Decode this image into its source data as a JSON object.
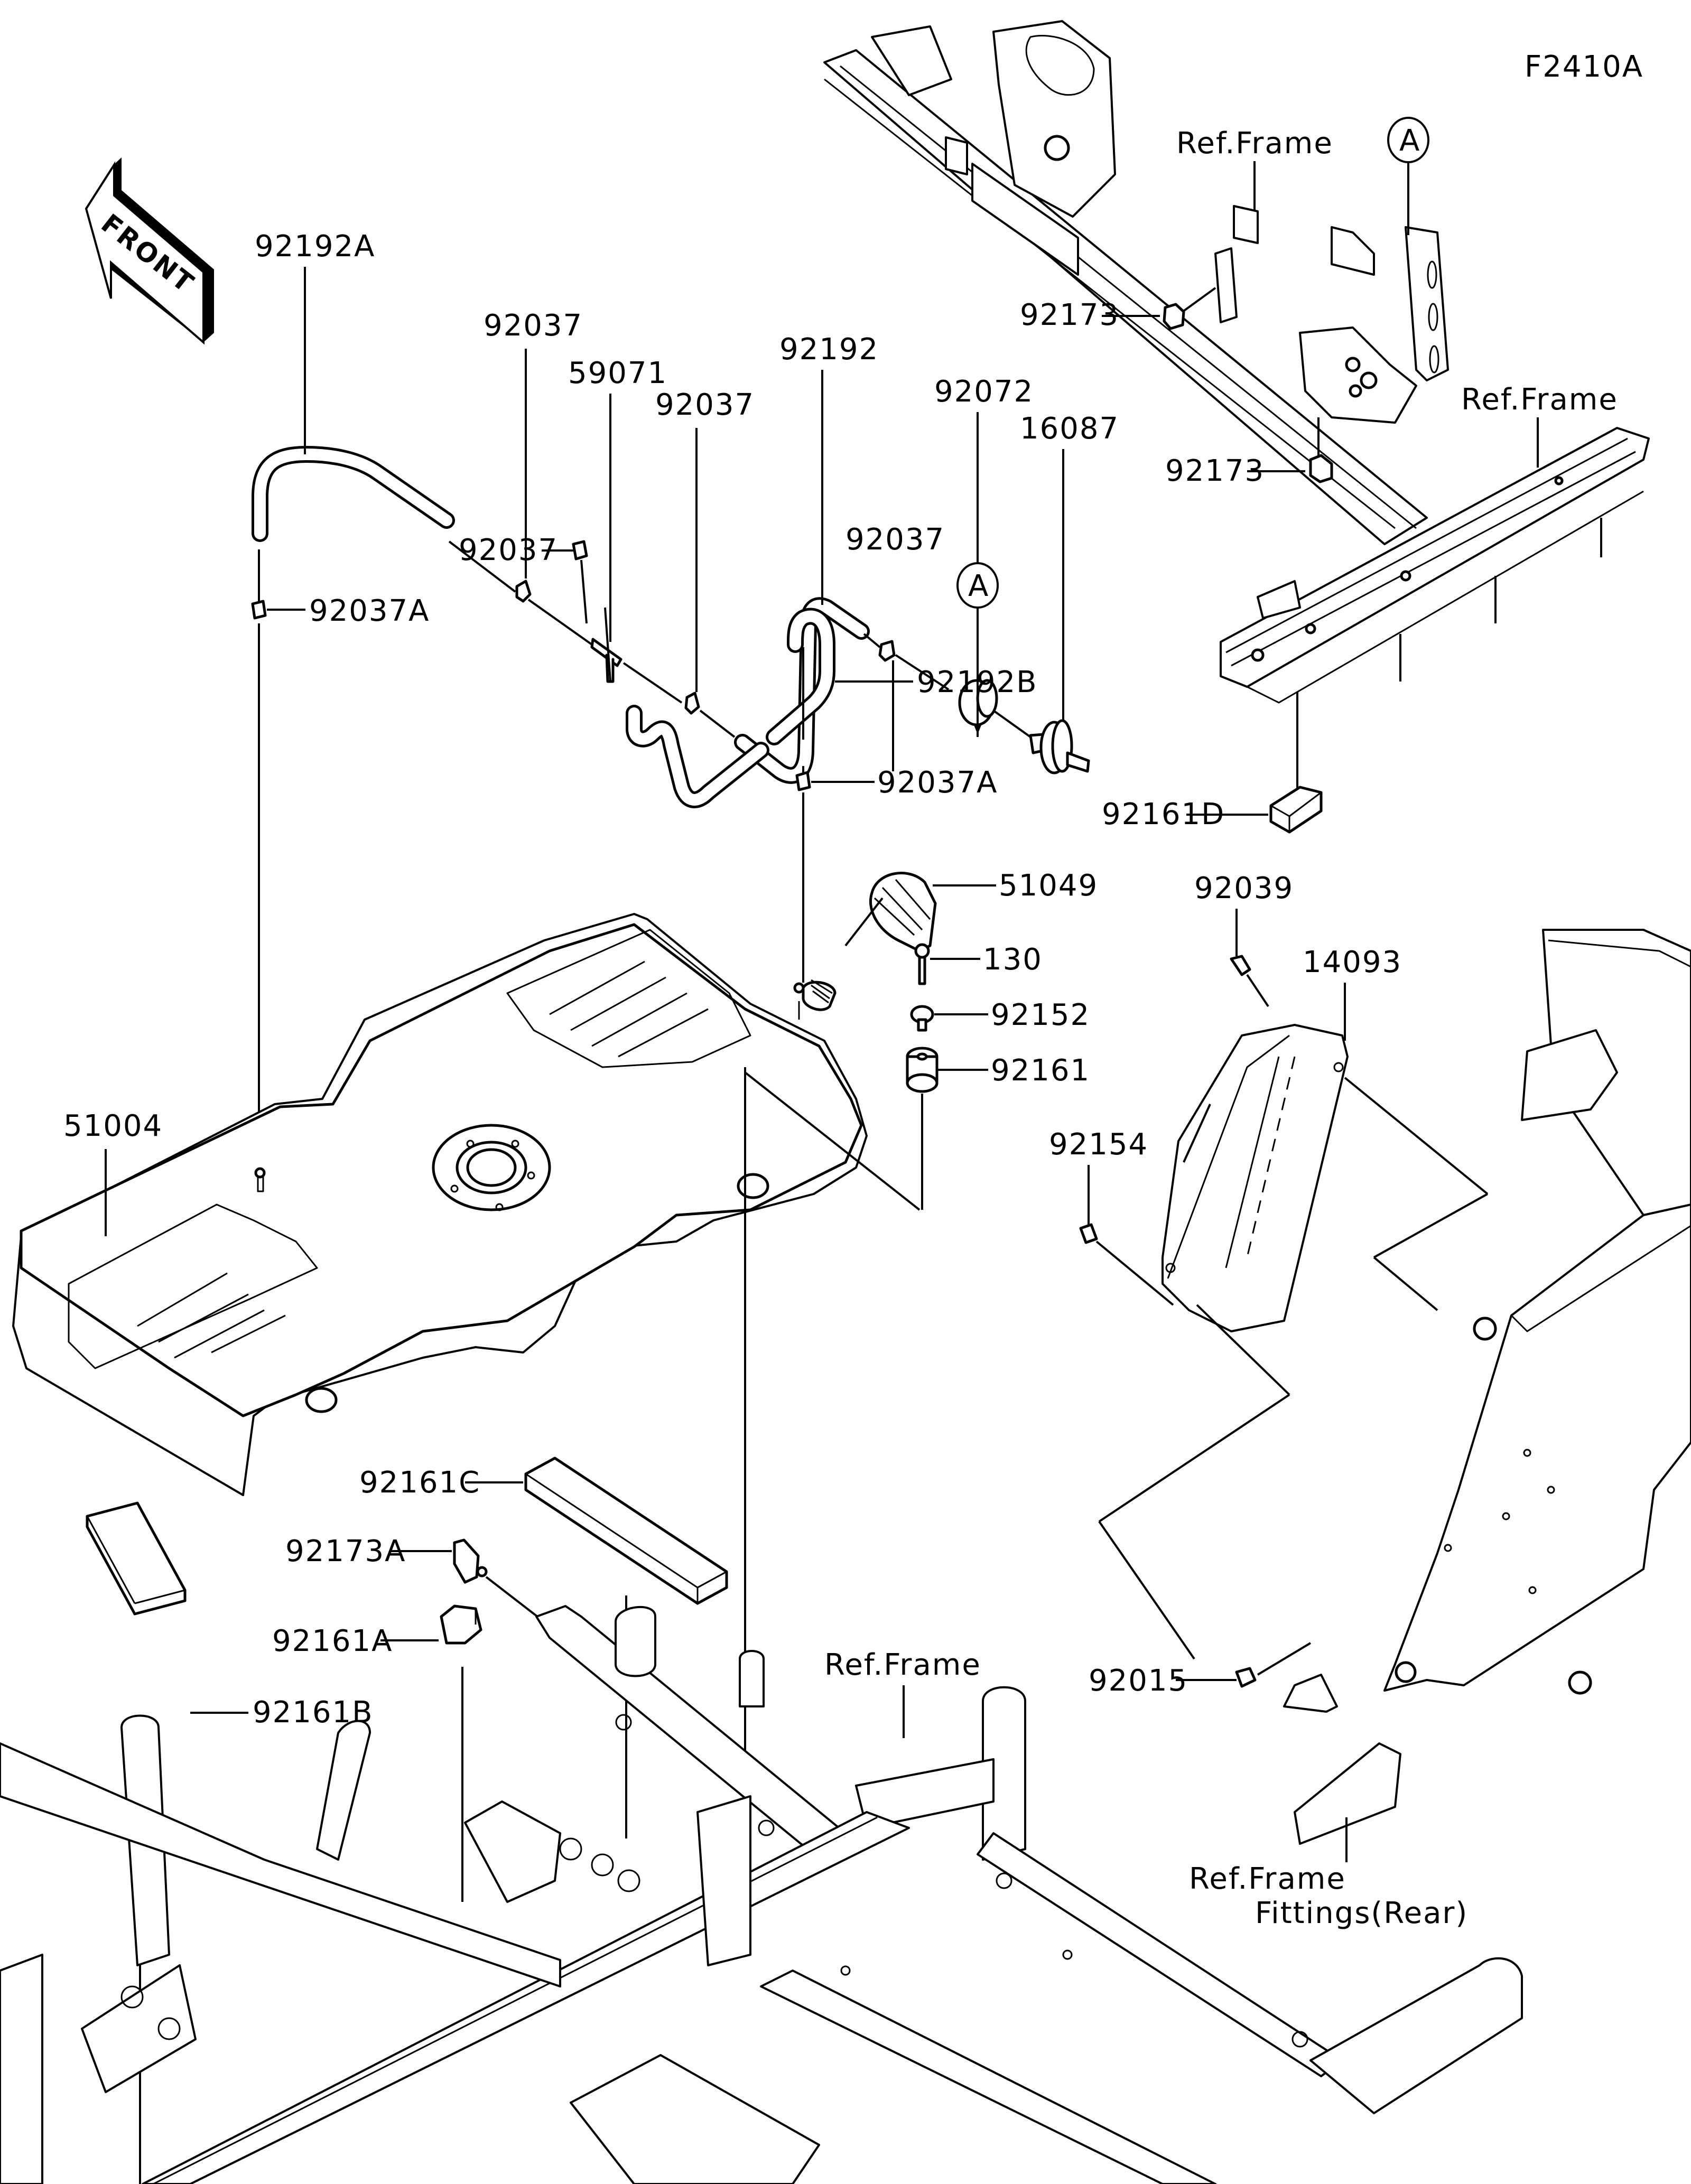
{
  "diagram": {
    "figure_id": "F2410A",
    "front_indicator": "FRONT",
    "reference_marker": "A",
    "callouts": {
      "hose_92192A": "92192A",
      "clamp_92037_top": "92037",
      "fitting_59071": "59071",
      "clamp_92037_mid": "92037",
      "hose_92192": "92192",
      "part_92072": "92072",
      "valve_16087": "16087",
      "clamp_92037_under": "92037",
      "clamp_92037_left": "92037",
      "clamp_92037A_left": "92037A",
      "ref_frame_top": "Ref.Frame",
      "clamp_92173_upper": "92173",
      "clamp_92173_lower": "92173",
      "ref_frame_right": "Ref.Frame",
      "hose_92192B": "92192B",
      "clamp_92037A_right": "92037A",
      "pad_92161D": "92161D",
      "cap_51049": "51049",
      "bolt_130": "130",
      "collar_92152": "92152",
      "damper_92161": "92161",
      "rivet_92039": "92039",
      "cover_14093": "14093",
      "tank_51004": "51004",
      "screw_92154": "92154",
      "pad_92161C": "92161C",
      "clamp_92173A": "92173A",
      "pad_92161A": "92161A",
      "pad_92161B": "92161B",
      "ref_frame_mid": "Ref.Frame",
      "nut_92015": "92015",
      "ref_frame_rear_line1": "Ref.Frame",
      "ref_frame_rear_line2": "Fittings(Rear)"
    }
  }
}
